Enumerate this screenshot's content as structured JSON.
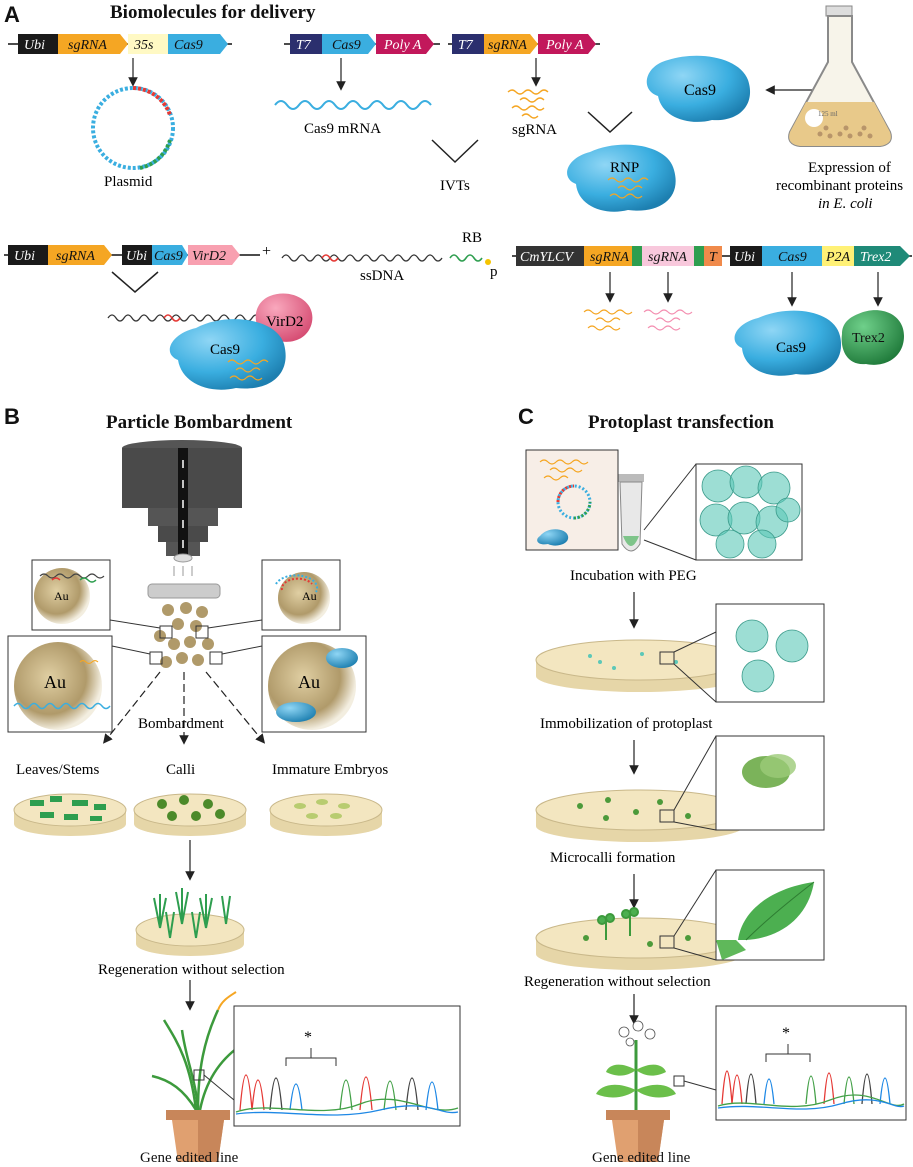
{
  "panels": {
    "a": "A",
    "b": "B",
    "c": "C"
  },
  "panel_a": {
    "title": "Biomolecules for delivery",
    "construct1": [
      "Ubi",
      "sgRNA",
      "35s",
      "Cas9"
    ],
    "plasmid_label": "Plasmid",
    "construct2": [
      "T7",
      "Cas9",
      "Poly A"
    ],
    "construct3": [
      "T7",
      "sgRNA",
      "Poly A"
    ],
    "cas9_mrna_label": "Cas9 mRNA",
    "sgrna_label": "sgRNA",
    "ivts_label": "IVTs",
    "cas9_protein_label": "Cas9",
    "rnp_label": "RNP",
    "flask_volume": "125 ml",
    "expression_label": [
      "Expression of",
      "recombinant proteins",
      "in E. coli"
    ],
    "construct4": [
      "Ubi",
      "sgRNA",
      "Ubi",
      "Cas9",
      "VirD2"
    ],
    "plus_sign": "+",
    "ssdna_label": "ssDNA",
    "rb_label": "RB",
    "p_label": "p",
    "vird2_label": "VirD2",
    "cas9_virD2_label": "Cas9",
    "construct5": [
      "CmYLCV",
      "sgRNA",
      "sgRNA",
      "T",
      "Ubi",
      "Cas9",
      "P2A",
      "Trex2"
    ],
    "cas9_bottom_label": "Cas9",
    "trex2_label": "Trex2"
  },
  "panel_b": {
    "title": "Particle Bombardment",
    "au_label": "Au",
    "bombardment_label": "Bombardment",
    "targets": [
      "Leaves/Stems",
      "Calli",
      "Immature Embryos"
    ],
    "regeneration_label": "Regeneration without selection",
    "asterisk": "*",
    "final_label": "Gene edited line"
  },
  "panel_c": {
    "title": "Protoplast transfection",
    "step1": "Incubation with PEG",
    "step2": "Immobilization of protoplast",
    "step3": "Microcalli formation",
    "step4": "Regeneration without selection",
    "asterisk": "*",
    "final_label": "Gene edited line"
  },
  "colors": {
    "cas9_blue": "#3aaee0",
    "sgrna_orange": "#f5a623",
    "promoter_black": "#1a1a1a",
    "t7_navy": "#2b2f6e",
    "polya_magenta": "#c2185b",
    "vird2_pink": "#f07b9a",
    "trex2_green": "#2e9e4f",
    "protoplast_teal": "#5cc8b8",
    "dish_cream": "#f3e6c0"
  }
}
